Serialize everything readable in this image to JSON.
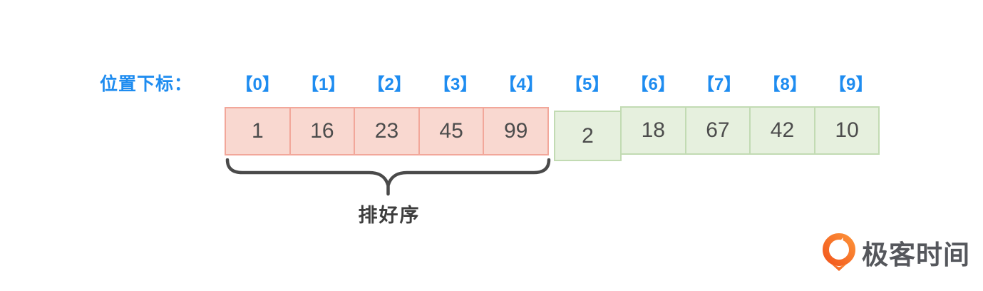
{
  "diagram": {
    "row_label": "位置下标：",
    "indices": [
      "【0】",
      "【1】",
      "【2】",
      "【3】",
      "【4】",
      "【5】",
      "【6】",
      "【7】",
      "【8】",
      "【9】"
    ],
    "sorted_values": [
      "1",
      "16",
      "23",
      "45",
      "99"
    ],
    "inserting_value": "2",
    "unsorted_values": [
      "18",
      "67",
      "42",
      "10"
    ],
    "brace_label": "排好序"
  },
  "logo": {
    "text": "极客时间",
    "icon": "geektime-logo-icon"
  },
  "colors": {
    "index_blue": "#1e8cf0",
    "sorted_fill": "#f9d8d0",
    "sorted_border": "#f2a79a",
    "unsorted_fill": "#e6f0de",
    "unsorted_border": "#c2dbb3",
    "number_text": "#4c4c4c",
    "brace": "#4a4a4a",
    "logo_orange": "#fa7a2e",
    "logo_text": "#55575c"
  }
}
